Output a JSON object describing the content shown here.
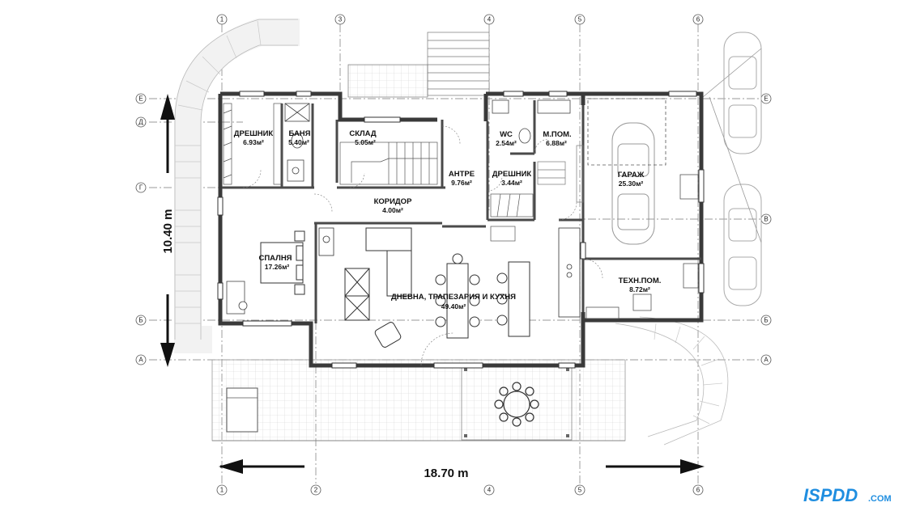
{
  "plan": {
    "rooms": [
      {
        "name": "ДРЕШНИК",
        "area": "6.93м²"
      },
      {
        "name": "БАНЯ",
        "area": "5.40м²"
      },
      {
        "name": "СКЛАД",
        "area": "5.05м²"
      },
      {
        "name": "WC",
        "area": "2.54м²"
      },
      {
        "name": "М.ПОМ.",
        "area": "6.88м²"
      },
      {
        "name": "АНТРЕ",
        "area": "9.76м²"
      },
      {
        "name": "ДРЕШНИК",
        "area": "3.44м²"
      },
      {
        "name": "ГАРАЖ",
        "area": "25.30м²"
      },
      {
        "name": "КОРИДОР",
        "area": "4.00м²"
      },
      {
        "name": "СПАЛНЯ",
        "area": "17.26м²"
      },
      {
        "name": "ДНЕВНА, ТРАПЕЗАРИЯ И КУХНЯ",
        "area": "49.40м²"
      },
      {
        "name": "ТЕХН.ПОМ.",
        "area": "8.72м²"
      }
    ],
    "axes": {
      "columns": [
        "1",
        "2",
        "3",
        "4",
        "5",
        "6"
      ],
      "rows": [
        "Е",
        "Д",
        "Г",
        "В",
        "Б",
        "А"
      ]
    },
    "dimensions": {
      "width": "18.70 m",
      "height": "10.40 m"
    }
  },
  "watermark": {
    "text": "ISPDD",
    "domain": ".COM",
    "color": "#1f8ee0"
  }
}
